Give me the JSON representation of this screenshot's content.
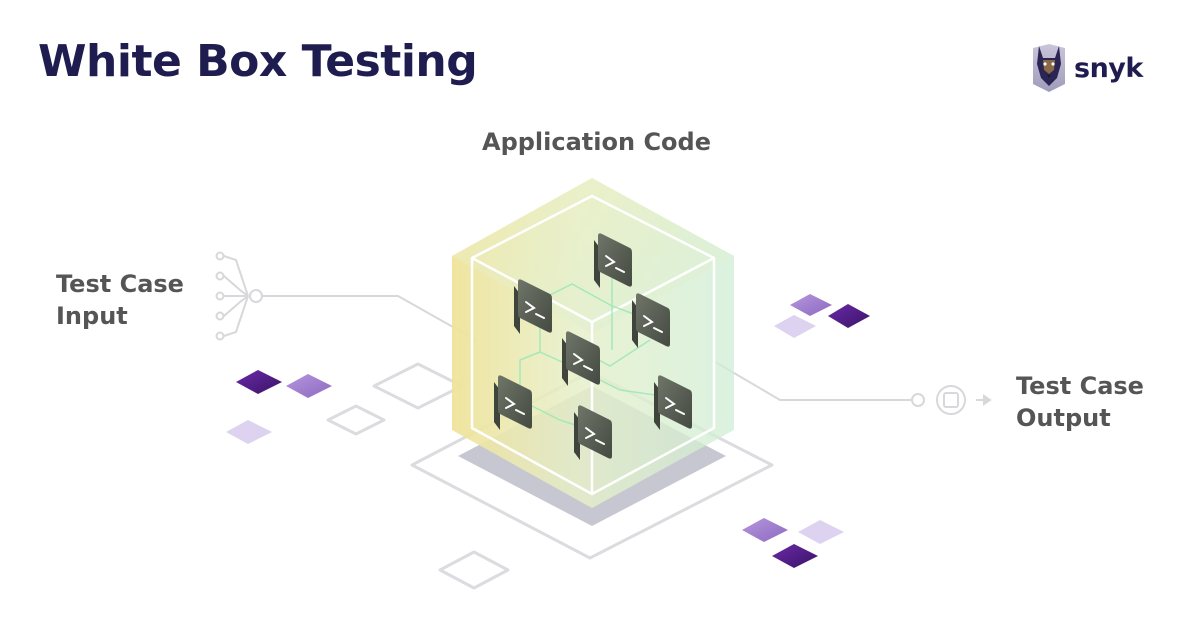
{
  "title": "White Box Testing",
  "brand": {
    "name": "snyk",
    "logo_icon": "snyk-dog-logo"
  },
  "labels": {
    "application_code": "Application Code",
    "input_line1": "Test Case",
    "input_line2": "Input",
    "output_line1": "Test Case",
    "output_line2": "Output"
  },
  "icons": {
    "module": "terminal-prompt-icon",
    "output_chip": "chip-icon"
  },
  "colors": {
    "title": "#1f1d4f",
    "label": "#555555",
    "module_fill": "#565b52",
    "purple_dark": "#4b1a7e",
    "purple_mid": "#9a7ac9",
    "purple_light": "#ddd2ef",
    "line_gray": "#d4d4d8",
    "cube_yellow": "#efe6a0",
    "cube_green": "#bfe6c6"
  }
}
